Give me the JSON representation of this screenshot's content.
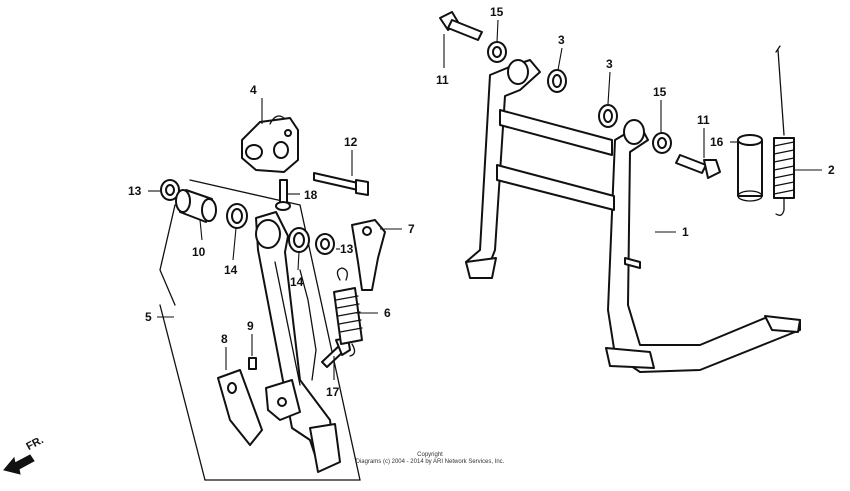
{
  "callouts": {
    "c1": "1",
    "c2": "2",
    "c3a": "3",
    "c3b": "3",
    "c4": "4",
    "c5": "5",
    "c6": "6",
    "c7": "7",
    "c8": "8",
    "c9": "9",
    "c10": "10",
    "c11a": "11",
    "c11b": "11",
    "c12": "12",
    "c13a": "13",
    "c13b": "13",
    "c14a": "14",
    "c14b": "14",
    "c15a": "15",
    "c15b": "15",
    "c16": "16",
    "c17": "17",
    "c18": "18"
  },
  "direction": {
    "label": "FR."
  },
  "copyright": {
    "line1": "Copyright",
    "line2": "Diagrams (c) 2004 - 2014 by ARI Network Services, Inc."
  }
}
